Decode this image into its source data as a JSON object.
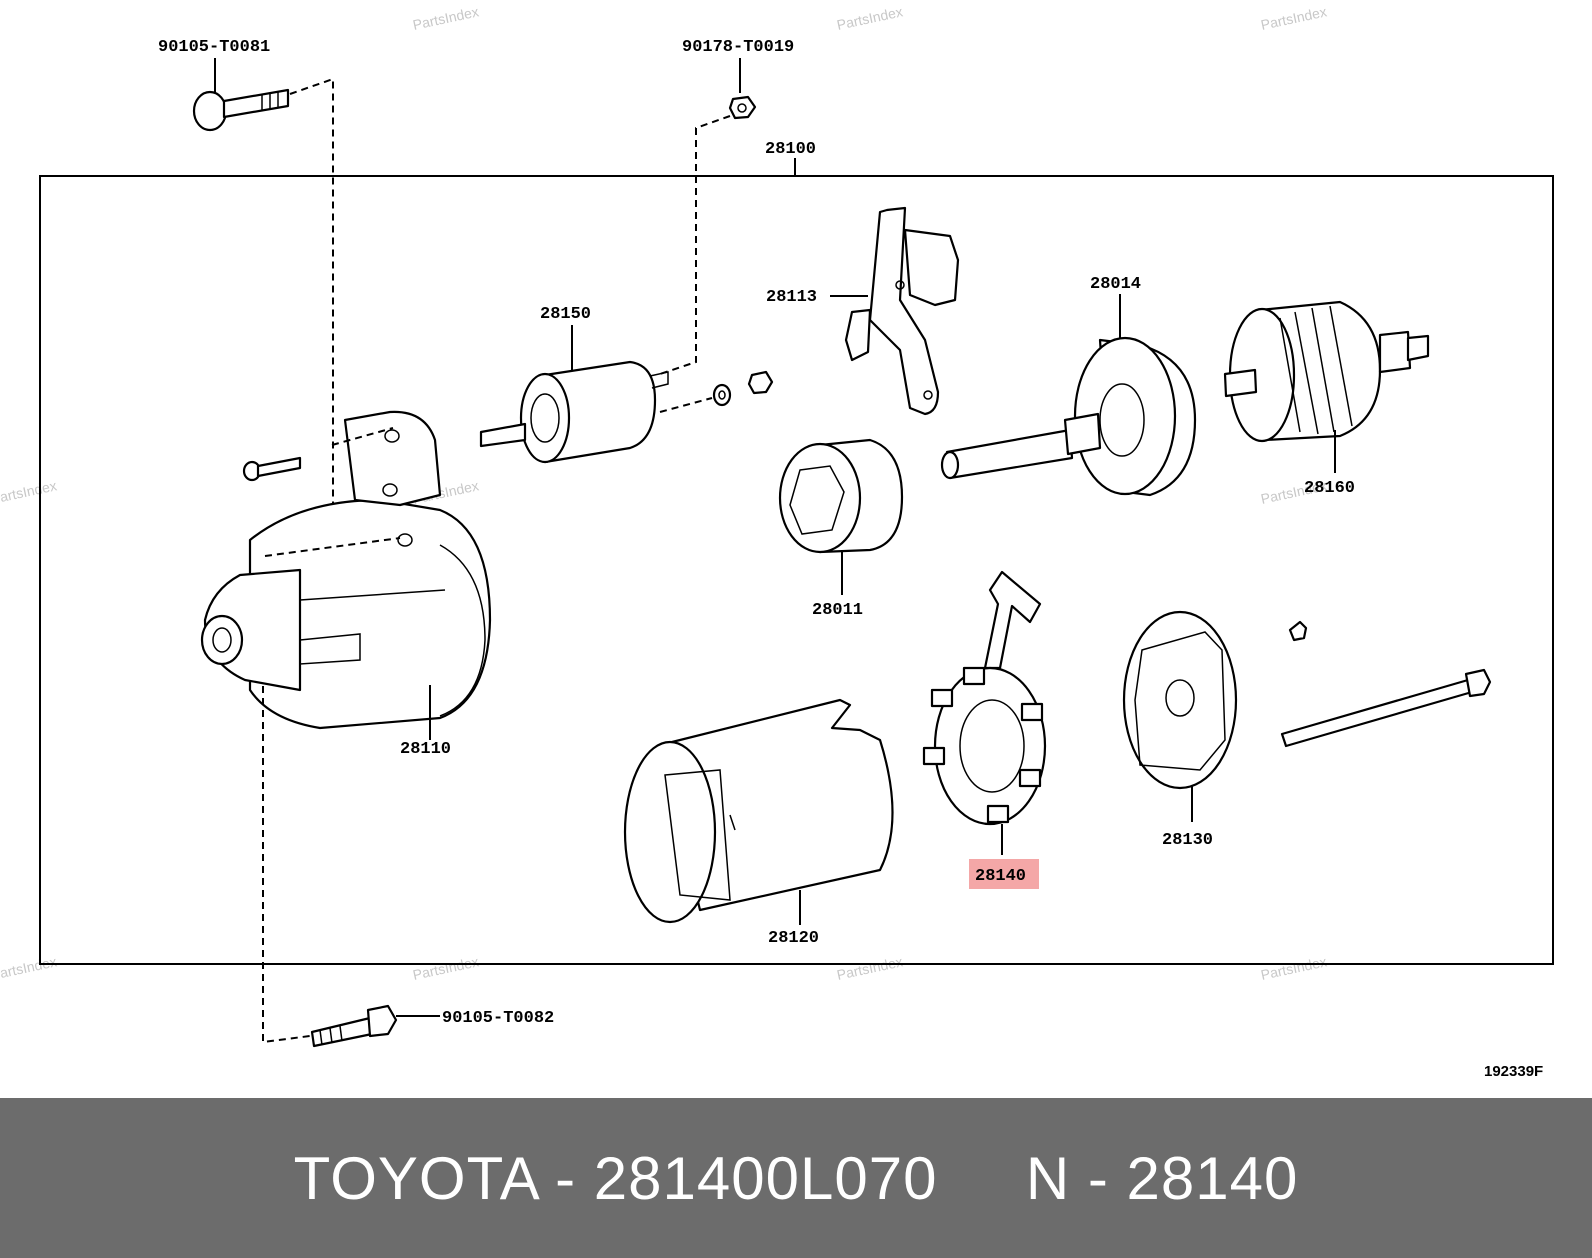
{
  "watermark": "PartsIndex",
  "assembly_label": "28100",
  "diagram_code": "192339F",
  "highlight_color": "#f4a7a7",
  "callouts": {
    "bolt_top": "90105-T0081",
    "nut_top": "90178-T0019",
    "bolt_bottom": "90105-T0082",
    "bracket": "28113",
    "solenoid": "28150",
    "armature_shaft": "28014",
    "armature": "28160",
    "clutch": "28011",
    "housing": "28110",
    "yoke": "28120",
    "brush_holder": "28140",
    "end_frame": "28130"
  },
  "footer": {
    "text": "TOYOTA - 281400L070     N - 28140"
  }
}
